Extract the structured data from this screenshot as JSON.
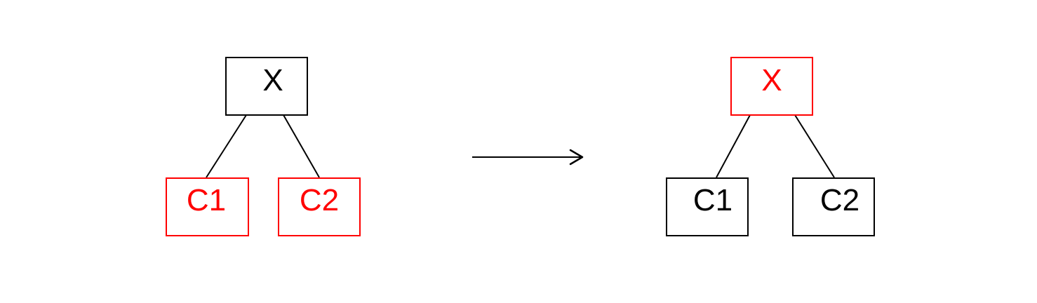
{
  "colors": {
    "highlight": "#ff0000",
    "normal": "#000000",
    "background": "#ffffff"
  },
  "before_tree": {
    "root": {
      "label": "X",
      "highlighted": false
    },
    "children": [
      {
        "label": "C1",
        "highlighted": true
      },
      {
        "label": "C2",
        "highlighted": true
      }
    ]
  },
  "after_tree": {
    "root": {
      "label": "X",
      "highlighted": true
    },
    "children": [
      {
        "label": "C1",
        "highlighted": false
      },
      {
        "label": "C2",
        "highlighted": false
      }
    ]
  },
  "transition_arrow": {
    "direction": "right"
  }
}
